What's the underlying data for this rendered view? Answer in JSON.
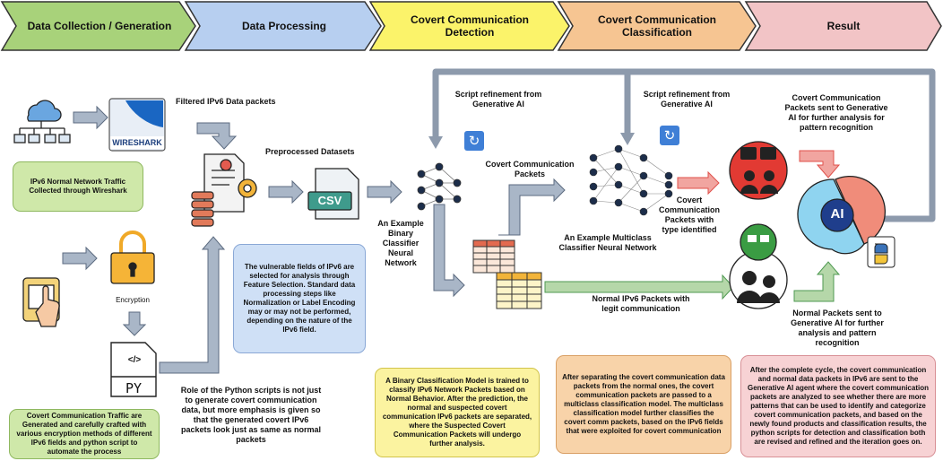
{
  "stages": [
    {
      "label": "Data Collection / Generation",
      "color": "#a8d27a"
    },
    {
      "label": "Data Processing",
      "color": "#b7cff0"
    },
    {
      "label": "Covert Communication Detection",
      "color": "#fbf36a"
    },
    {
      "label": "Covert Communication Classification",
      "color": "#f6c592"
    },
    {
      "label": "Result",
      "color": "#f2c4c6"
    }
  ],
  "labels": {
    "filtered": "Filtered IPv6 Data packets",
    "wireshark": "WIRESHARK",
    "preprocessed": "Preprocessed Datasets",
    "csv": "CSV",
    "encryption": "Encryption",
    "py": "PY",
    "script_refine_1": "Script refinement from Generative AI",
    "script_refine_2": "Script refinement from Generative AI",
    "binary_classifier": "An Example Binary Classifier Neural Network",
    "covert_packets": "Covert Communication Packets",
    "multiclass_classifier": "An Example Multiclass Classifier Neural Network",
    "covert_type": "Covert Communication Packets with type identified",
    "normal_legit": "Normal IPv6 Packets with legit communication",
    "covert_sent_ai": "Covert Communication Packets sent to Generative AI for further analysis for pattern recognition",
    "normal_sent_ai": "Normal Packets sent to Generative AI for further analysis and pattern recognition",
    "ai": "AI",
    "python_role": "Role of the Python scripts is not just to generate covert communication data, but more emphasis is given so that the generated covert IPv6 packets look just as same as normal packets"
  },
  "boxes": {
    "ipv6_normal": "IPv6 Normal Network Traffic Collected through Wireshark",
    "covert_generated": "Covert Communication Traffic are Generated and carefully crafted with various encryption methods of different IPv6 fields and python script to automate the process",
    "feature_selection": "The vulnerable fields of IPv6 are selected for analysis through Feature Selection. Standard data processing steps like Normalization or Label Encoding may or may not be performed, depending on the nature of the IPv6 field.",
    "binary_model": "A Binary Classification Model is trained to classify IPv6 Network Packets based on Normal Behavior. After the prediction, the normal and suspected covert communication IPv6 packets are separated, where the Suspected Covert Communication Packets will undergo further analysis.",
    "multiclass": "After separating the covert communication data packets from the normal ones, the covert communication packets are passed to a multiclass classification model. The multiclass classification model further classifies the covert comm packets, based on the IPv6 fields that were exploited for covert communication",
    "result": "After the complete cycle, the covert communication and normal data packets in IPv6 are sent to the Generative AI agent where the covert communication packets are analyzed to see whether there are more patterns that can be used to identify and categorize covert communication packets, and based on the newly found products and classification results, the python scripts for detection and classification both are revised and refined and the iteration goes on."
  },
  "icons": [
    "cloud-network-icon",
    "wireshark-logo",
    "document-gear-icon",
    "database-icon",
    "csv-file-icon",
    "padlock-icon",
    "hand-touch-icon",
    "python-file-icon",
    "neural-network-icon",
    "table-icon",
    "refresh-icon",
    "person-group-icon",
    "ai-brain-icon",
    "python-logo"
  ],
  "arrow_colors": {
    "gray": "#9aa7b8",
    "red": "#e0504a",
    "green": "#4f9a52"
  }
}
